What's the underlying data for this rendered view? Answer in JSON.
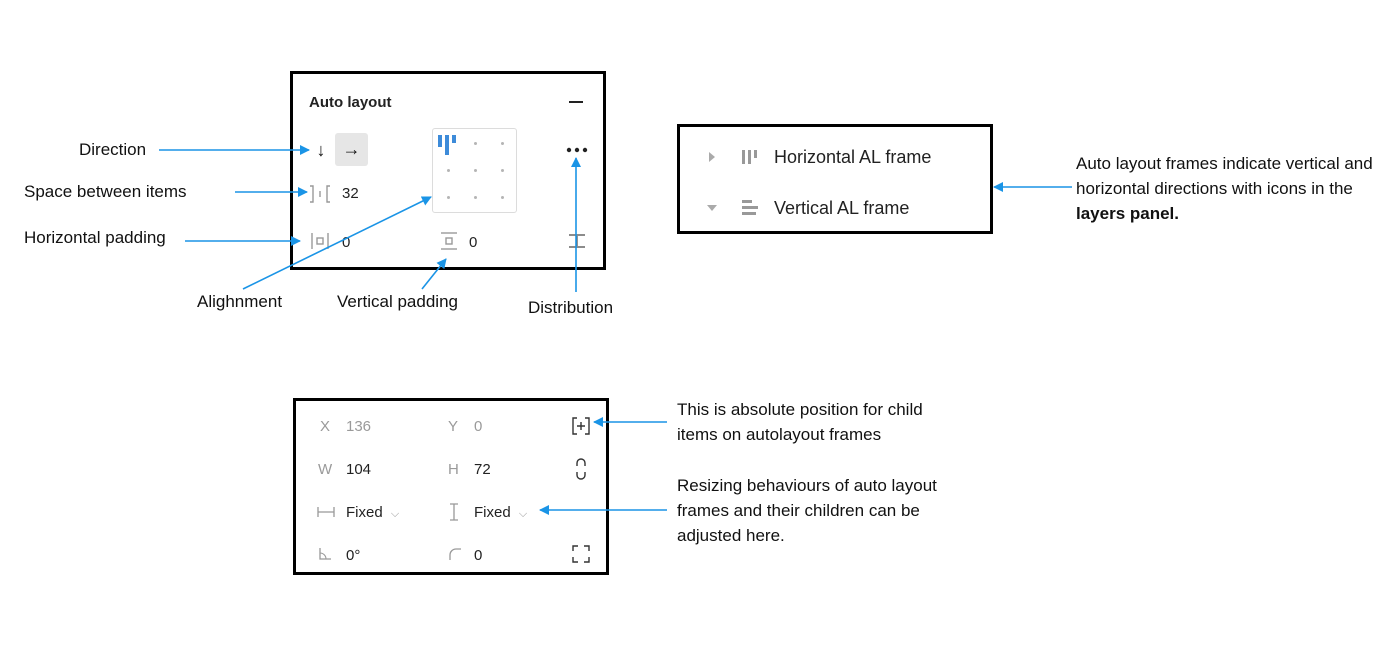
{
  "auto_layout_panel": {
    "title": "Auto layout",
    "spacing_value": "32",
    "horizontal_padding_value": "0",
    "vertical_padding_value": "0"
  },
  "annotations": {
    "direction": "Direction",
    "space_between": "Space between items",
    "horizontal_padding": "Horizontal padding",
    "alignment": "Alighnment",
    "vertical_padding": "Vertical padding",
    "distribution": "Distribution"
  },
  "layers_panel": {
    "items": [
      {
        "label": "Horizontal AL frame"
      },
      {
        "label": "Vertical AL frame"
      }
    ],
    "note_text": "Auto layout frames indicate vertical and horizontal directions with icons in the ",
    "note_bold": "layers panel."
  },
  "properties_panel": {
    "x_label": "X",
    "x_value": "136",
    "y_label": "Y",
    "y_value": "0",
    "w_label": "W",
    "w_value": "104",
    "h_label": "H",
    "h_value": "72",
    "width_resize": "Fixed",
    "height_resize": "Fixed",
    "rotation": "0°",
    "corner_radius": "0"
  },
  "properties_notes": {
    "absolute_position": "This is absolute position for child items on autolayout frames",
    "resizing": "Resizing behaviours of auto layout frames and their children can be adjusted here."
  },
  "colors": {
    "arrow": "#1a94e6",
    "accent": "#3d8bd9",
    "border": "#000000"
  }
}
